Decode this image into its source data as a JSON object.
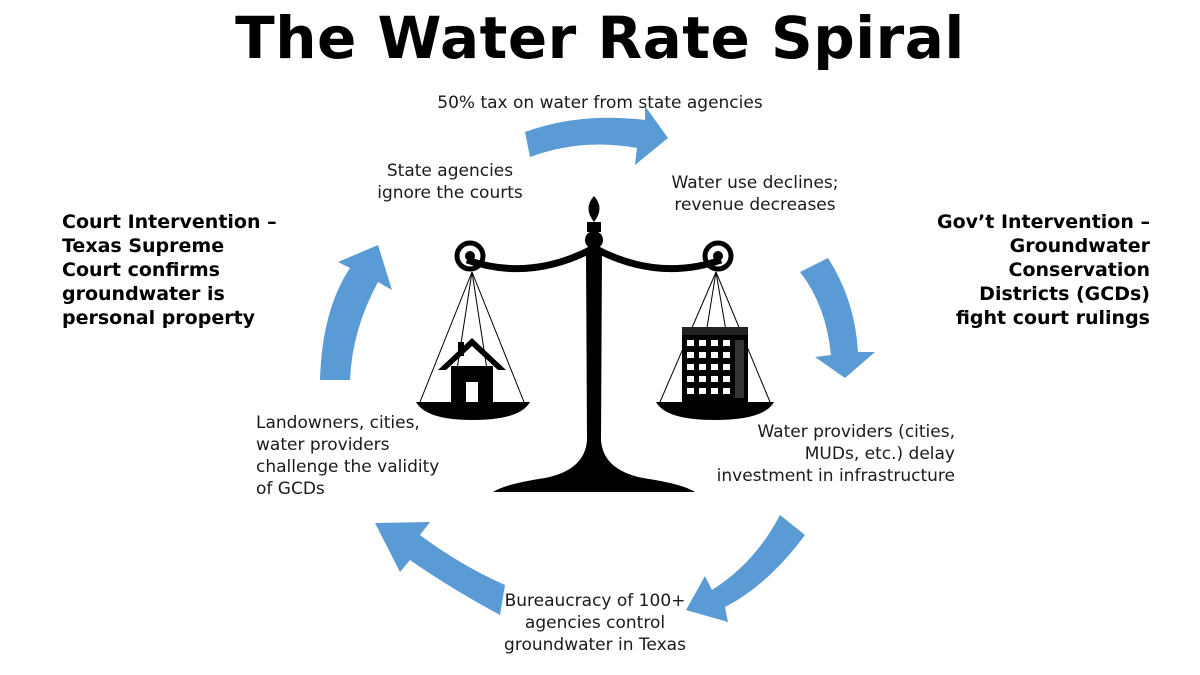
{
  "title": "The Water Rate Spiral",
  "colors": {
    "arrow": "#5b9bd5",
    "scale": "#000000",
    "text": "#1a1a1a"
  },
  "steps": {
    "tax": "50% tax on water from state agencies",
    "decline": "Water use declines;\nrevenue decreases",
    "providers": "Water providers (cities,\nMUDs, etc.) delay\ninvestment in infrastructure",
    "bureaucracy": "Bureaucracy of 100+\nagencies control\ngroundwater in Texas",
    "landowners": "Landowners, cities,\nwater providers\nchallenge the validity\nof GCDs",
    "ignore": "State agencies\nignore the courts"
  },
  "sides": {
    "court": "Court Intervention –\nTexas Supreme\nCourt confirms\ngroundwater is\npersonal property",
    "gov": "Gov’t Intervention –\nGroundwater\nConservation\nDistricts (GCDs)\nfight court rulings"
  },
  "icons": [
    "cycle-arrow",
    "scales-of-justice-icon",
    "house-icon",
    "office-building-icon"
  ]
}
